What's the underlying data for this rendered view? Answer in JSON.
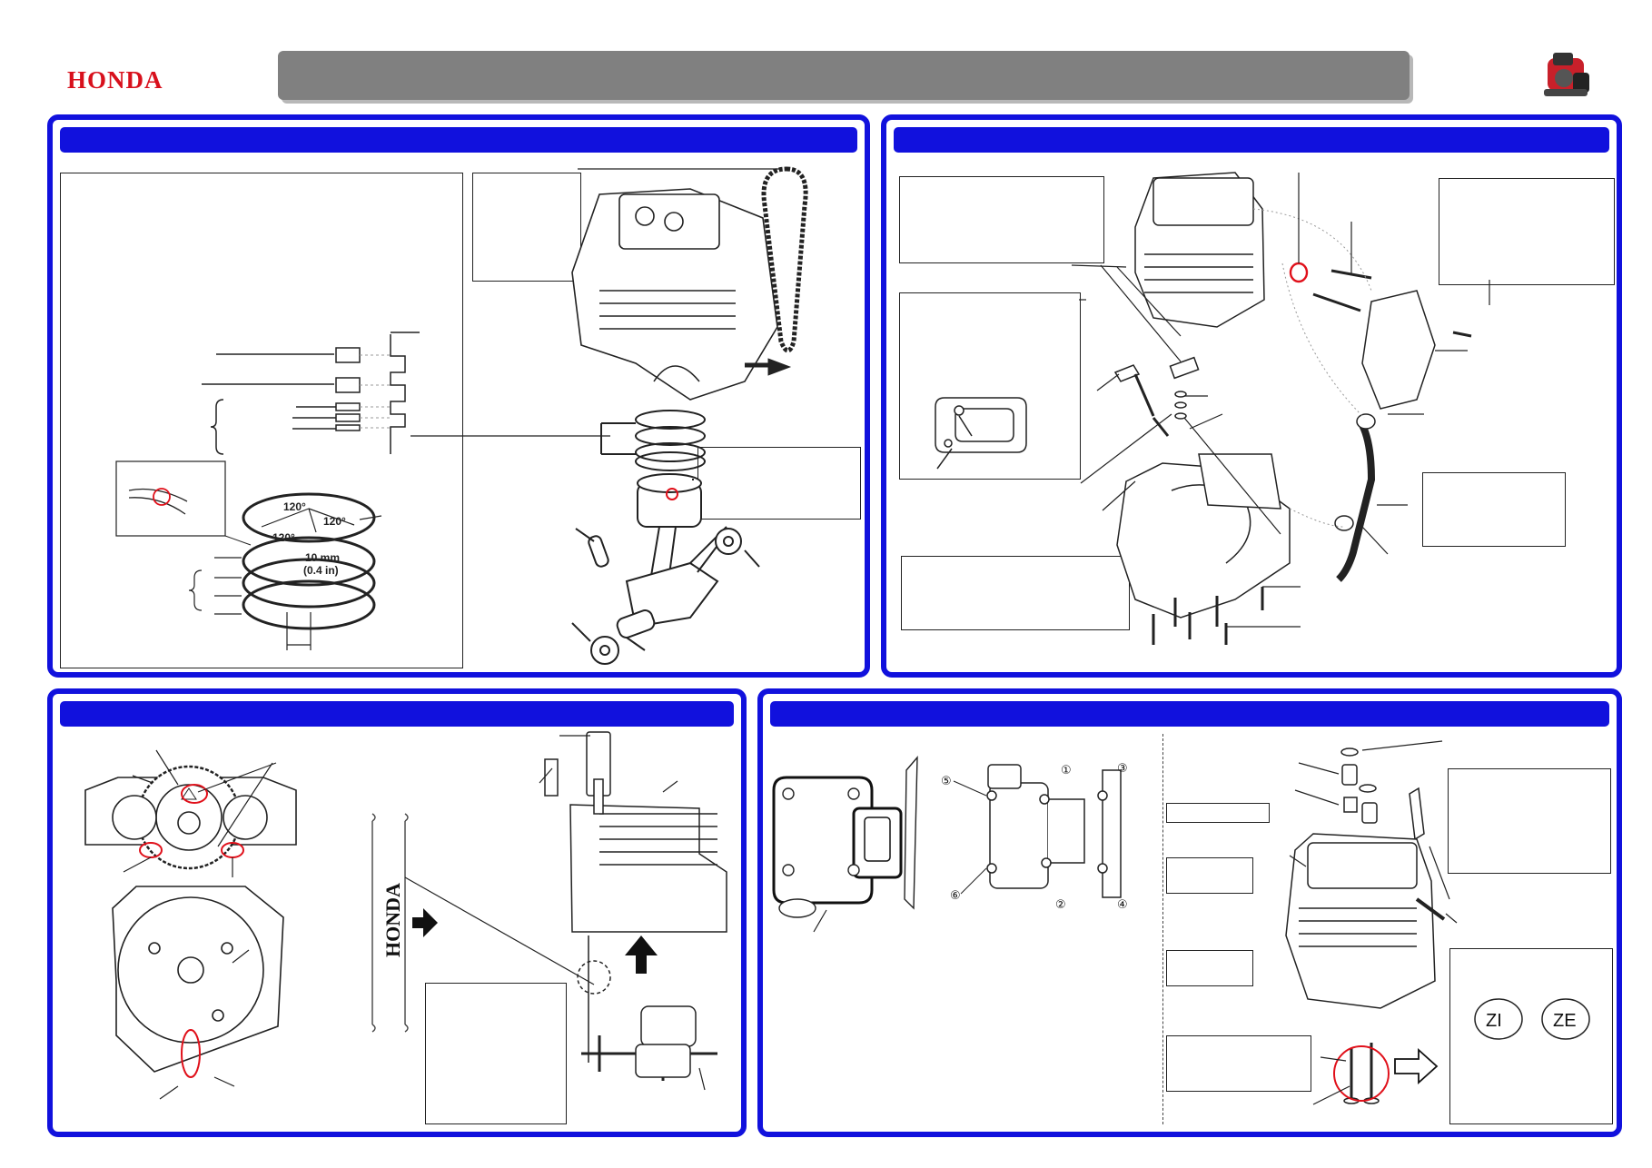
{
  "header": {
    "logo_text": "HONDA",
    "title_bar_color": "#808080"
  },
  "colors": {
    "panel_border": "#1111dd",
    "logo_red": "#d8101c",
    "highlight_red": "#e0101a"
  },
  "icons": [
    "engine-thumbnail-icon",
    "arrow-right-icon",
    "arrow-up-icon",
    "arrow-outline-right-icon"
  ],
  "panel_a": {
    "ring_dimensions": [
      "120°",
      "120°",
      "120°",
      "10 mm",
      "(0.4 in)"
    ]
  },
  "panel_c": {
    "belt_marking": "HONDA"
  },
  "panel_d": {
    "head_bolt_sequence": [
      "①",
      "②",
      "③",
      "④",
      "⑤",
      "⑥"
    ],
    "bolt_markings": [
      "ZI",
      "ZE"
    ]
  }
}
